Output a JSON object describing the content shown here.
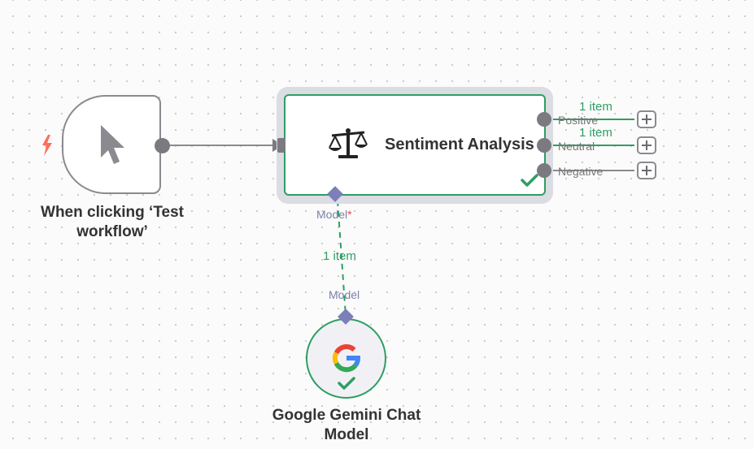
{
  "workflow": {
    "nodes": {
      "trigger": {
        "label_line1": "When clicking ‘Test",
        "label_line2": "workflow’",
        "icon": "mouse-pointer-icon",
        "status_icon": "lightning-bolt-icon"
      },
      "sentiment": {
        "title": "Sentiment Analysis",
        "icon": "scales-icon",
        "status_icon": "check-icon",
        "outputs": [
          {
            "label": "Positive",
            "items": "1 item"
          },
          {
            "label": "Neutral",
            "items": "1 item"
          },
          {
            "label": "Negative",
            "items": ""
          }
        ],
        "input_port_label": "Model",
        "required_marker": "*"
      },
      "gemini": {
        "label_line1": "Google Gemini Chat",
        "label_line2": "Model",
        "icon": "google-g-icon",
        "status_icon": "check-icon",
        "output_port_label": "Model"
      }
    },
    "connections": {
      "model_link_items": "1 item"
    }
  },
  "colors": {
    "success_green": "#2e9e63",
    "port_gray": "#7a7a80",
    "model_port_purple": "#7b80b8",
    "trigger_red": "#ff6d5a",
    "node_border_gray": "#8a8a90"
  }
}
